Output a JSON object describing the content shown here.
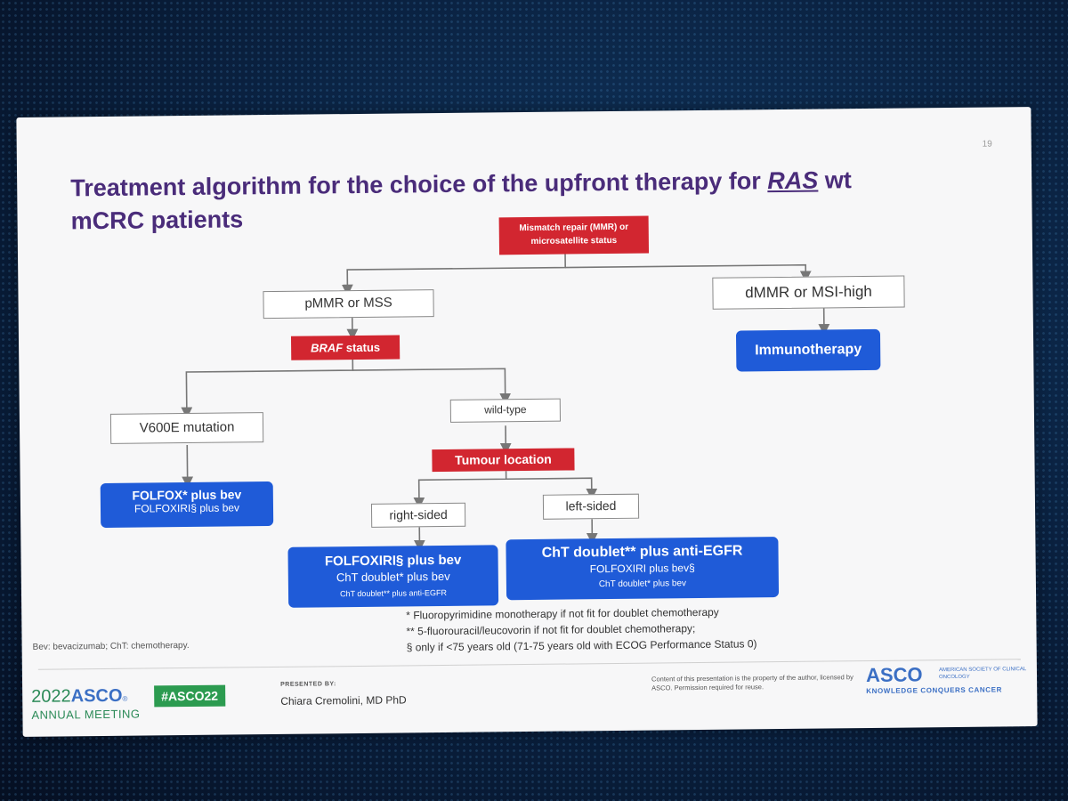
{
  "slide": {
    "page_number": "19",
    "title_part1": "Treatment algorithm for the choice of the upfront therapy for ",
    "title_italic": "RAS",
    "title_part2": " wt",
    "title_line2": "mCRC patients"
  },
  "diagram": {
    "root": {
      "line1": "Mismatch repair (MMR) or",
      "line2": "microsatellite status"
    },
    "pmmr": "pMMR or MSS",
    "dmmr": "dMMR or MSI-high",
    "immunotherapy": "Immunotherapy",
    "braf_italic": "BRAF",
    "braf_rest": " status",
    "v600e": "V600E mutation",
    "wild_type": "wild-type",
    "tumour_location": "Tumour location",
    "right_sided": "right-sided",
    "left_sided": "left-sided",
    "v600e_therapy": {
      "line1": "FOLFOX* plus bev",
      "line2": "FOLFOXIRI§ plus bev"
    },
    "right_therapy": {
      "line1": "FOLFOXIRI§ plus bev",
      "line2": "ChT doublet* plus bev",
      "line3": "ChT doublet** plus anti-EGFR"
    },
    "left_therapy": {
      "line1": "ChT doublet** plus anti-EGFR",
      "line2": "FOLFOXIRI plus bev§",
      "line3": "ChT doublet* plus bev"
    }
  },
  "footnotes": {
    "abbrev": "Bev: bevacizumab; ChT: chemotherapy.",
    "note1": "* Fluoropyrimidine monotherapy if not fit for doublet chemotherapy",
    "note2": "** 5-fluorouracil/leucovorin if not fit for doublet chemotherapy;",
    "note3": "§ only if <75 years old (71-75 years old with ECOG Performance Status 0)"
  },
  "footer": {
    "year": "2022",
    "brand": "ASCO",
    "meeting": "ANNUAL MEETING",
    "hashtag": "#ASCO22",
    "presented_by": "PRESENTED BY:",
    "presenter": "Chiara Cremolini, MD PhD",
    "copyright": "Content of this presentation is the property of the author, licensed by ASCO. Permission required for reuse.",
    "asco_brand": "ASCO",
    "asco_society": "AMERICAN SOCIETY OF CLINICAL ONCOLOGY",
    "asco_tagline": "KNOWLEDGE CONQUERS CANCER"
  },
  "colors": {
    "title": "#4a2c7a",
    "red": "#d22630",
    "blue": "#1f5bd8",
    "green": "#2c9b50"
  }
}
